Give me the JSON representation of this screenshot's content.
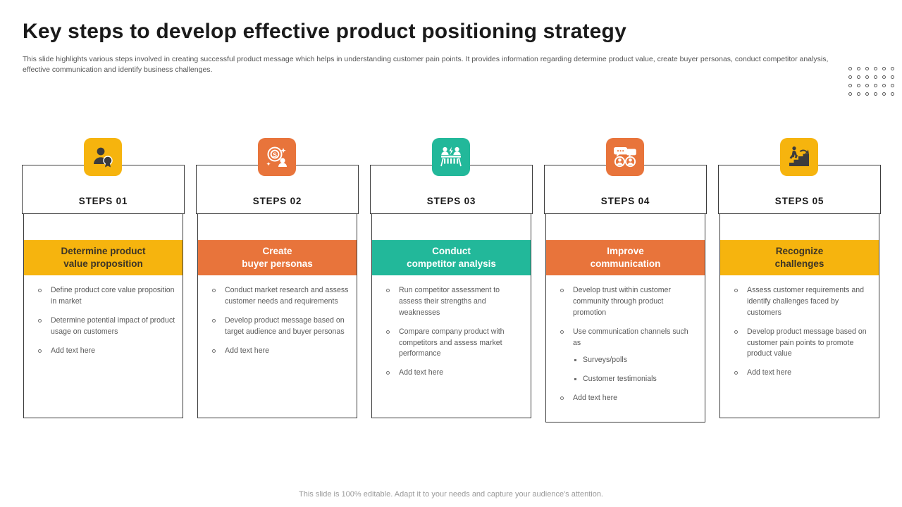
{
  "slide": {
    "title": "Key steps to develop effective product positioning  strategy",
    "subtitle": "This slide highlights various steps involved in creating successful product message which helps in understanding customer pain points. It provides information regarding determine product value, create buyer personas, conduct competitor analysis, effective communication and identify business challenges.",
    "footer": "This slide is 100% editable. Adapt it to your needs and capture your audience's attention."
  },
  "colors": {
    "yellow": "#F6B40E",
    "orange": "#E8743B",
    "teal": "#22B89A",
    "band_text_dark": "#3d3526",
    "band_text_light": "#ffffff",
    "border": "#3c3c3c",
    "body_text": "#5a5a5a"
  },
  "decor": {
    "dot_grid_columns": 6,
    "dot_grid_rows": 4,
    "dot_count": 24,
    "dot_color": "#595959"
  },
  "steps": [
    {
      "step_label": "STEPS 01",
      "icon": "person-award-icon",
      "icon_bg": "#F6B40E",
      "icon_fg": "#3c3c3c",
      "band_bg": "#F6B40E",
      "band_color": "#3d3526",
      "heading_line1": "Determine product",
      "heading_line2": "value proposition",
      "bullets": [
        "Define  product  core value proposition  in market",
        "Determine  potential  impact of product usage on customers",
        "Add text here"
      ]
    },
    {
      "step_label": "STEPS 02",
      "icon": "dollar-target-persona-icon",
      "icon_bg": "#E8743B",
      "icon_fg": "#ffffff",
      "band_bg": "#E8743B",
      "band_color": "#ffffff",
      "heading_line1": "Create",
      "heading_line2": "buyer personas",
      "bullets": [
        "Conduct  market research and assess customer needs and requirements",
        "Develop  product  message based on target audience and  buyer personas",
        "Add text here"
      ]
    },
    {
      "step_label": "STEPS 03",
      "icon": "competitors-table-icon",
      "icon_bg": "#22B89A",
      "icon_fg": "#ffffff",
      "band_bg": "#22B89A",
      "band_color": "#ffffff",
      "heading_line1": "Conduct",
      "heading_line2": "competitor analysis",
      "bullets": [
        "Run competitor assessment to assess their strengths and weaknesses",
        "Compare  company product with competitors and assess market performance",
        "Add text here"
      ]
    },
    {
      "step_label": "STEPS 04",
      "icon": "chat-bubbles-people-icon",
      "icon_bg": "#E8743B",
      "icon_fg": "#ffffff",
      "band_bg": "#E8743B",
      "band_color": "#ffffff",
      "heading_line1": "Improve",
      "heading_line2": "communication",
      "bullets": [
        "Develop  trust within customer community through  product  promotion",
        "Use communication channels  such as",
        "Add text here"
      ],
      "sub_bullets_after": 1,
      "sub_bullets": [
        "Surveys/polls",
        "Customer testimonials"
      ]
    },
    {
      "step_label": "STEPS 05",
      "icon": "stairs-climb-arrow-icon",
      "icon_bg": "#F6B40E",
      "icon_fg": "#3c3c3c",
      "band_bg": "#F6B40E",
      "band_color": "#3d3526",
      "heading_line1": "Recognize",
      "heading_line2": "challenges",
      "bullets": [
        "Assess customer requirements  and identify challenges faced by customers",
        "Develop  product  message based on customer pain points to promote product value",
        "Add text here"
      ]
    }
  ]
}
